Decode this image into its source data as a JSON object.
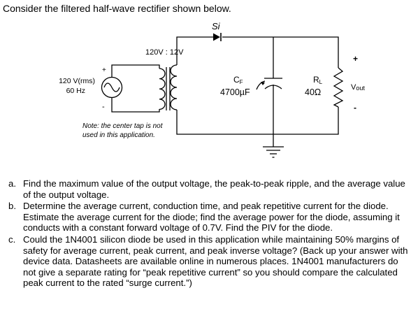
{
  "intro": "Consider the filtered half-wave rectifier shown below.",
  "circuit": {
    "diode_label": "Si",
    "transformer_label": "120V : 12V",
    "source_voltage": "120 V(rms)",
    "source_freq": "60 Hz",
    "source_plus": "+",
    "source_minus": "-",
    "cap_name": "C",
    "cap_sub": "F",
    "cap_value": "4700µF",
    "res_name": "R",
    "res_sub": "L",
    "res_value": "40Ω",
    "out_plus": "+",
    "out_minus": "-",
    "vout_main": "V",
    "vout_sub": "out",
    "note_line1": "Note: the center tap is not",
    "note_line2": "used in this application."
  },
  "questions": [
    {
      "mark": "a.",
      "text": "Find the maximum value of the output voltage, the peak-to-peak ripple, and the average value of the output voltage."
    },
    {
      "mark": "b.",
      "text": "Determine the average current, conduction time, and peak repetitive current for the diode.  Estimate the average current for the diode; find the average power for the diode, assuming it conducts with a constant forward voltage of 0.7V.  Find the PIV for the diode."
    },
    {
      "mark": "c.",
      "text": "Could the 1N4001 silicon diode be used in this application while maintaining 50% margins of safety for average current, peak current, and peak inverse voltage? (Back up your answer with device data. Datasheets are available online in numerous places. 1N4001 manufacturers do not give a separate rating for “peak repetitive current” so you should compare the calculated peak current to the rated “surge current.”)"
    }
  ]
}
